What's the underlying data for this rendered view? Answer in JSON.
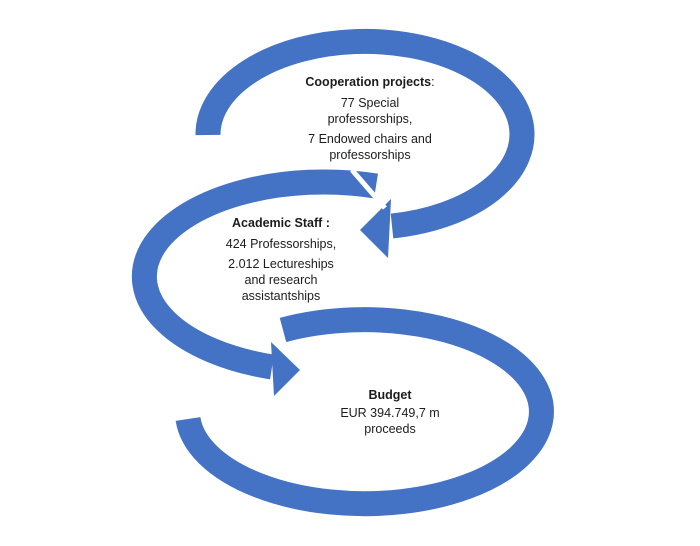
{
  "diagram": {
    "type": "cycle-flow",
    "accent_color": "#4472C4",
    "nodes": [
      {
        "id": "cooperation",
        "title": "Cooperation  projects",
        "title_suffix": ":",
        "lines": [
          "77 Special",
          "professorships,",
          "7 Endowed chairs and",
          "professorships"
        ]
      },
      {
        "id": "academic-staff",
        "title": "Academic Staff :",
        "lines": [
          "424 Professorships,",
          "2.012 Lectureships",
          "and research",
          "assistantships"
        ]
      },
      {
        "id": "budget",
        "title": "Budget",
        "lines": [
          "EUR 394.749,7 m",
          "proceeds"
        ]
      }
    ],
    "edges": [
      {
        "from": "cooperation",
        "to": "academic-staff"
      },
      {
        "from": "academic-staff",
        "to": "budget"
      }
    ]
  }
}
